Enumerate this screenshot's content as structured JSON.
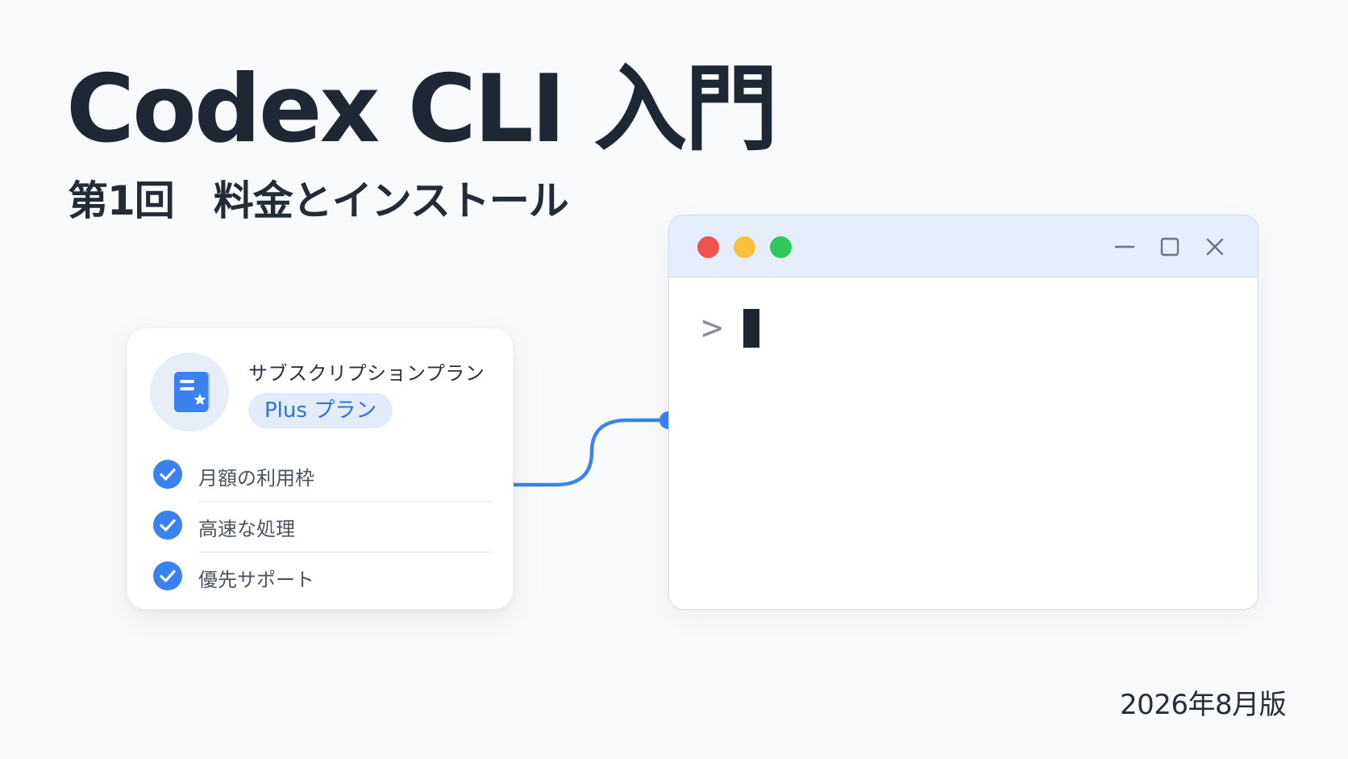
{
  "title": "Codex CLI 入門",
  "subtitle": "第1回　料金とインストール",
  "plan_card": {
    "heading": "サブスクリプションプラン",
    "badge": "Plus プラン",
    "icon": "document-star-icon",
    "features": [
      {
        "label": "月額の利用枠",
        "icon": "check-circle-icon"
      },
      {
        "label": "高速な処理",
        "icon": "check-circle-icon"
      },
      {
        "label": "優先サポート",
        "icon": "check-circle-icon"
      }
    ]
  },
  "terminal": {
    "prompt": ">",
    "controls": [
      "minimize-icon",
      "maximize-icon",
      "close-icon"
    ]
  },
  "edition": "2026年8月版",
  "colors": {
    "accent": "#3b82f0",
    "title_bar": "#e6eefb",
    "dot_red": "#f0524f",
    "dot_yellow": "#f8c23a",
    "dot_green": "#2fc85a"
  }
}
